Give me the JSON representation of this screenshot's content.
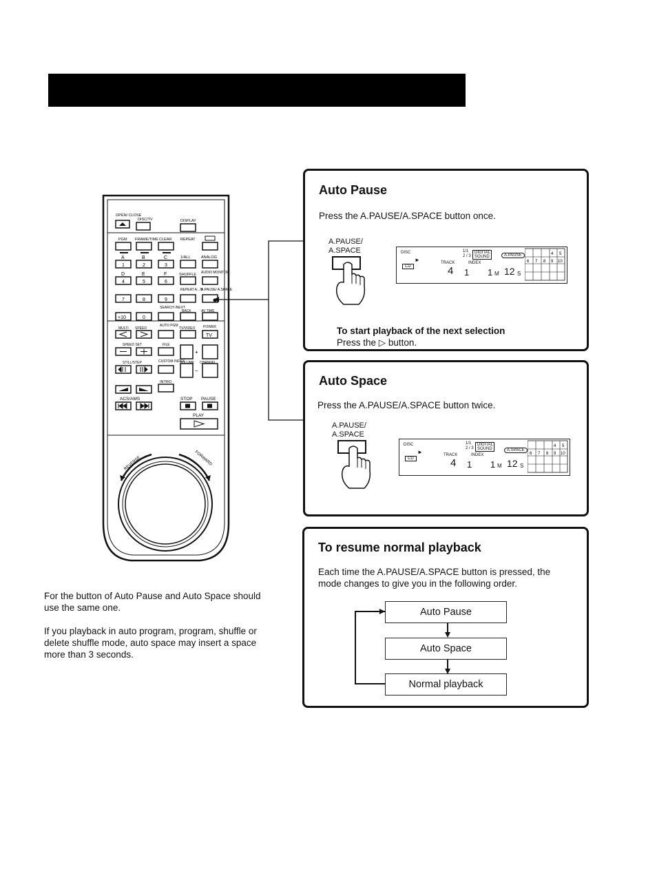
{
  "remote": {
    "labels": {
      "open_close": "OPEN/ CLOSE",
      "disc_tv": "DISC/TV",
      "display": "DISPLAY",
      "pgm": "PGM",
      "frame_time": "FRAME/TIME",
      "clear": "CLEAR",
      "repeat": "REPEAT",
      "a": "A",
      "b": "B",
      "c": "C",
      "all": "1/ALL",
      "analog": "ANALOG",
      "d": "D",
      "e": "E",
      "f": "F",
      "shuffle": "SHUFFLE",
      "audio_monitor": "AUDIO MONITOR",
      "repeat_ab": "REPEAT A↔B",
      "apause": "A.PAUSE/ A.SPACE",
      "search_next": "SEARCH /NEXT",
      "back": "BACK",
      "av_time": "AV TIME",
      "multi": "MULTI",
      "speed": "SPEED",
      "auto_pgm": "AUTO PGM",
      "tv_video": "TV/VIDEO",
      "power": "POWER",
      "speed_set": "SPEED SET",
      "file": "FILE",
      "still_step": "STILL/STEP",
      "custom_index": "CUSTOM INDEX",
      "volume": "VOLUME",
      "channel": "CHANNEL",
      "intro": "INTRO",
      "acs_ams": "ACS/AMS",
      "stop": "STOP",
      "pause": "PAUSE",
      "play": "PLAY",
      "reverse": "REVERSE",
      "forward": "FORWARD"
    },
    "digits": [
      "1",
      "2",
      "3",
      "4",
      "5",
      "6",
      "7",
      "8",
      "9",
      "+10",
      "0"
    ],
    "button_glyphs": {
      "plus10": "+10",
      "tv": "TV",
      "plus": "+",
      "minus": "−"
    }
  },
  "auto_pause": {
    "heading": "Auto Pause",
    "instruction": "Press the A.PAUSE/A.SPACE button once.",
    "button_label_1": "A.PAUSE/",
    "button_label_2": "A.SPACE",
    "sub_heading": "To start playback of the next selection",
    "sub_text": "Press the ▷ button.",
    "lcd_mode": "A.PAUSE"
  },
  "auto_space": {
    "heading": "Auto Space",
    "instruction": "Press the A.PAUSE/A.SPACE button twice.",
    "button_label_1": "A.PAUSE/",
    "button_label_2": "A.SPACE",
    "lcd_mode": "A.SPACE"
  },
  "lcd": {
    "disc": "DISC",
    "cd": "CD",
    "track_label": "TRACK",
    "index_label": "INDEX",
    "track_value": "4",
    "index_value": "1",
    "minutes": "1",
    "m": "M",
    "seconds": "12",
    "s": "S",
    "grid_top": [
      "4",
      "5"
    ],
    "grid_bottom": [
      "6",
      "7",
      "8",
      "9",
      "10"
    ],
    "one_all": "1/1",
    "rm": "2 / 3",
    "mode_box": "DIGITAL SOUND"
  },
  "resume": {
    "heading": "To resume normal playback",
    "text_1": "Each time the A.PAUSE/A.SPACE button is pressed, the",
    "text_2": "mode changes to give you in the following order.",
    "steps": [
      "Auto Pause",
      "Auto Space",
      "Normal playback"
    ]
  },
  "notes": {
    "note_1a": "For the button of Auto Pause and Auto Space should",
    "note_1b": "use the same one.",
    "note_2a": "If you playback in auto program, program, shuffle or",
    "note_2b": "delete shuffle mode, auto space may insert a space",
    "note_2c": "more than 3 seconds."
  }
}
